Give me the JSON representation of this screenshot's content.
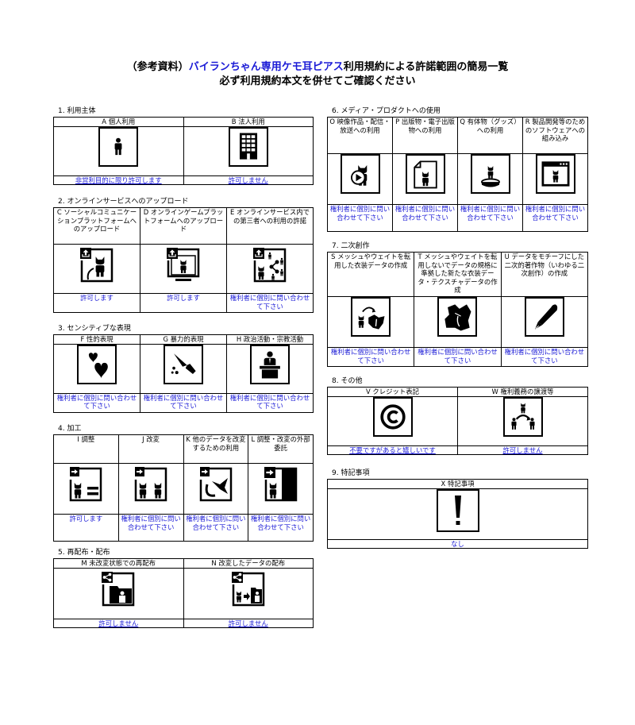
{
  "title": {
    "line1_prefix": "（参考資料）",
    "line1_highlight": "バイランちゃん専用ケモ耳ピアス",
    "line1_suffix": "利用規約による許諾範囲の簡易一覧",
    "line2": "必ず利用規約本文を併せてご確認ください"
  },
  "colors": {
    "accent": "#1a1ad6",
    "border": "#000000"
  },
  "sections": [
    {
      "label": "1. 利用主体",
      "items": [
        {
          "head": "A 個人利用",
          "icon": "person-icon",
          "result": "非営利目的に限り許可します"
        },
        {
          "head": "B 法人利用",
          "icon": "building-icon",
          "result": "許可しません"
        }
      ]
    },
    {
      "label": "2. オンラインサービスへのアップロード",
      "items": [
        {
          "head": "C ソーシャルコミュニケーションプラットフォームへのアップロード",
          "icon": "upload-social-icon",
          "result": "許可します"
        },
        {
          "head": "D オンラインゲームプラットフォームへのアップロード",
          "icon": "upload-game-icon",
          "result": "許可します"
        },
        {
          "head": "E オンラインサービス内での第三者への利用の許諾",
          "icon": "upload-share-icon",
          "result": "権利者に個別に問い合わせて下さい"
        }
      ]
    },
    {
      "label": "3. センシティブな表現",
      "items": [
        {
          "head": "F 性的表現",
          "icon": "hearts-icon",
          "result": "権利者に個別に問い合わせて下さい"
        },
        {
          "head": "G 暴力的表現",
          "icon": "knife-icon",
          "result": "権利者に個別に問い合わせて下さい"
        },
        {
          "head": "H 政治活動・宗教活動",
          "icon": "podium-icon",
          "result": "権利者に個別に問い合わせて下さい"
        }
      ]
    },
    {
      "label": "4. 加工",
      "items": [
        {
          "head": "I 調整",
          "icon": "adjust-icon",
          "result": "許可します"
        },
        {
          "head": "J 改変",
          "icon": "modify-icon",
          "result": "権利者に個別に問い合わせて下さい"
        },
        {
          "head": "K 他のデータを改変するための利用",
          "icon": "reuse-icon",
          "result": "権利者に個別に問い合わせて下さい"
        },
        {
          "head": "L 調整・改変の外部委託",
          "icon": "outsource-icon",
          "result": "権利者に個別に問い合わせて下さい"
        }
      ]
    },
    {
      "label": "5. 再配布・配布",
      "items": [
        {
          "head": "M 未改変状態での再配布",
          "icon": "redistribute-icon",
          "result": "許可しません"
        },
        {
          "head": "N 改変したデータの配布",
          "icon": "distribute-modified-icon",
          "result": "許可しません"
        }
      ]
    },
    {
      "label": "6. メディア・プロダクトへの使用",
      "items": [
        {
          "head": "O 映像作品・配信・放送への利用",
          "icon": "video-icon",
          "result": "権利者に個別に問い合わせて下さい"
        },
        {
          "head": "P 出版物・電子出版物への利用",
          "icon": "publication-icon",
          "result": "権利者に個別に問い合わせて下さい"
        },
        {
          "head": "Q 有体物（グッズ）への利用",
          "icon": "goods-icon",
          "result": "権利者に個別に問い合わせて下さい"
        },
        {
          "head": "R 製品開発等のためのソフトウェアへの組み込み",
          "icon": "software-icon",
          "result": "権利者に個別に問い合わせて下さい"
        }
      ]
    },
    {
      "label": "7. 二次創作",
      "items": [
        {
          "head": "S メッシュやウェイトを転用した衣装データの作成",
          "icon": "costume-transfer-icon",
          "result": "権利者に個別に問い合わせて下さい"
        },
        {
          "head": "T メッシュやウェイトを転用しないでデータの規格に準拠した新たな衣装データ・テクスチャデータの作成",
          "icon": "costume-new-icon",
          "result": "権利者に個別に問い合わせて下さい"
        },
        {
          "head": "U データをモチーフにした二次的著作物（いわゆる二次創作）の作成",
          "icon": "pen-icon",
          "result": "権利者に個別に問い合わせて下さい"
        }
      ]
    },
    {
      "label": "8. その他",
      "items": [
        {
          "head": "V クレジット表記",
          "icon": "copyright-icon",
          "result": "不要ですがあると嬉しいです"
        },
        {
          "head": "W 権利義務の譲渡等",
          "icon": "transfer-rights-icon",
          "result": "許可しません"
        }
      ]
    },
    {
      "label": "9. 特記事項",
      "items": [
        {
          "head": "X 特記事項",
          "icon": "exclamation-icon",
          "result": "なし"
        }
      ]
    }
  ]
}
